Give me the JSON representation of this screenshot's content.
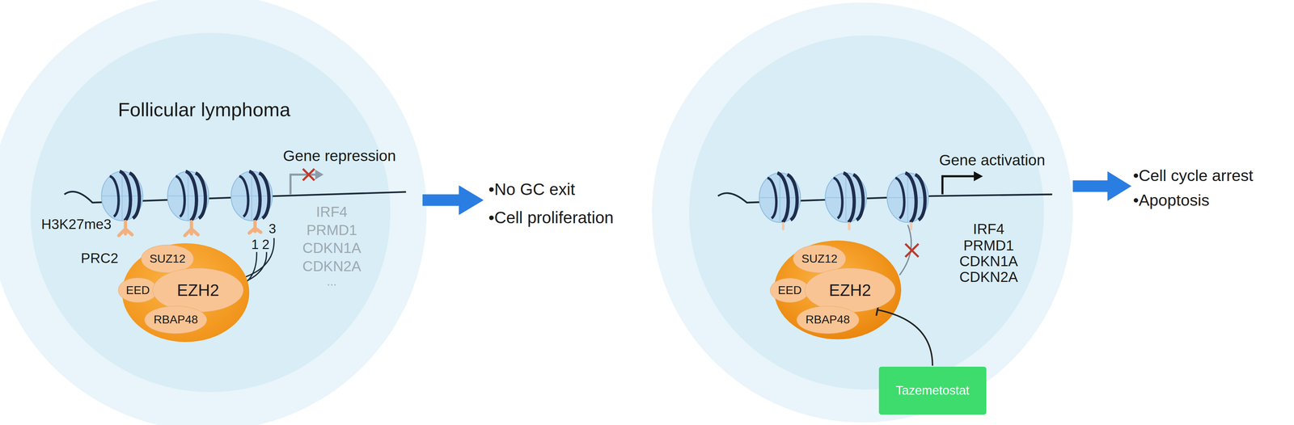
{
  "diagram": {
    "nodes": [
      {
        "text": [
          "Follicular lymphoma"
        ]
      },
      {
        "text": [
          "PRC2"
        ],
        "in": 0
      },
      {
        "text": [
          "SUZ12"
        ],
        "in": 1
      },
      {
        "text": [
          "EED"
        ],
        "in": 1
      },
      {
        "text": [
          "EZH2"
        ],
        "in": 1
      },
      {
        "text": [
          "RBAP48"
        ],
        "in": 1
      },
      {
        "text": [
          "SUZ12"
        ]
      },
      {
        "text": [
          "EED"
        ]
      },
      {
        "text": [
          "EZH2"
        ]
      },
      {
        "text": [
          "RBAP48"
        ]
      },
      {
        "text": [
          "Tazemetostat"
        ]
      }
    ],
    "edges": [
      {
        "from": 10,
        "to": 8,
        "arrow": "to"
      }
    ],
    "labels": [
      "Gene repression",
      "H3K27me3",
      "1",
      "2",
      "3",
      "IRF4",
      "PRMD1",
      "CDKN1A",
      "CDKN2A",
      "...",
      "•No GC exit",
      "•Cell proliferation",
      "Gene activation",
      "IRF4",
      "PRMD1",
      "CDKN1A",
      "CDKN2A",
      "•Cell cycle arrest",
      "•Apoptosis"
    ]
  }
}
